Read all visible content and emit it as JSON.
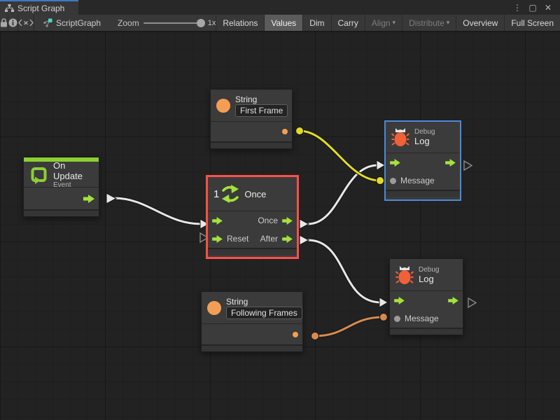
{
  "window": {
    "tab": "Script Graph",
    "controls": {
      "menu": "⋮",
      "maximize": "▢",
      "close": "✕"
    }
  },
  "toolbar": {
    "breadcrumb": "ScriptGraph",
    "zoom_label": "Zoom",
    "zoom_value": "1x",
    "buttons": [
      {
        "label": "Relations",
        "active": false
      },
      {
        "label": "Values",
        "active": true
      },
      {
        "label": "Dim",
        "active": false
      },
      {
        "label": "Carry",
        "active": false
      },
      {
        "label": "Align",
        "caret": "▾",
        "disabled": true
      },
      {
        "label": "Distribute",
        "caret": "▾",
        "disabled": true
      },
      {
        "label": "Overview",
        "active": false
      },
      {
        "label": "Full Screen",
        "active": false
      }
    ]
  },
  "graph": {
    "nodes": {
      "string_first": {
        "title": "String",
        "value": "First Frame"
      },
      "on_update": {
        "title": "On Update",
        "subtitle": "Event"
      },
      "once": {
        "count": "1",
        "title": "Once",
        "port_out_1": "Once",
        "port_in_2": "Reset",
        "port_out_2": "After"
      },
      "debug_log_top": {
        "surtitle": "Debug",
        "title": "Log",
        "port_message": "Message"
      },
      "string_following": {
        "title": "String",
        "value": "Following Frames"
      },
      "debug_log_bottom": {
        "surtitle": "Debug",
        "title": "Log",
        "port_message": "Message"
      }
    }
  },
  "colors": {
    "accent_green": "#a2e33c",
    "node_orange": "#f49e55",
    "bug_orange": "#f0613a",
    "wire_yellow": "#e6e02e",
    "wire_orange": "#dd8e4e",
    "wire_white": "#e8e8e8",
    "selection_red": "#ff4f49",
    "selection_blue": "#4b8ad6",
    "tab_accent_blue": "#3e79c8"
  }
}
